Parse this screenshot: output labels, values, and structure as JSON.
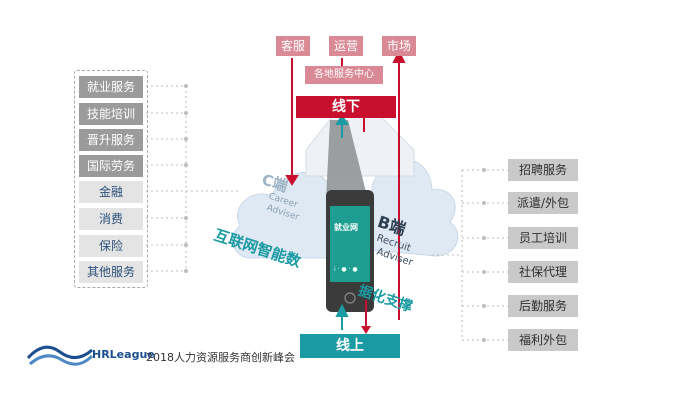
{
  "top_labels": [
    "客服",
    "运营",
    "市场"
  ],
  "center_label": "各地服务中心",
  "offline_label": "线下",
  "online_label": "线上",
  "c_side": {
    "title": "C端",
    "sub1": "Career",
    "sub2": "Adviser"
  },
  "b_side": {
    "title": "B端",
    "sub1": "Recruit",
    "sub2": "Adviser"
  },
  "diag_text_1": "互联网智能数",
  "diag_text_2": "据化支撑",
  "phone": {
    "app_title": "就业网",
    "app_sub": "i · ● · ●"
  },
  "left_dark": [
    "就业服务",
    "技能培训",
    "晋升服务",
    "国际劳务"
  ],
  "left_light": [
    "金融",
    "消费",
    "保险",
    "其他服务"
  ],
  "right_items": [
    "招聘服务",
    "派遣/外包",
    "员工培训",
    "社保代理",
    "后勤服务",
    "福利外包"
  ],
  "footer": {
    "logo_text": "HRLeague",
    "caption": "2018人力资源服务商创新峰会"
  },
  "colors": {
    "offline": "#c8102e",
    "online": "#1a9aa2",
    "top": "#d98a95",
    "cloud": "#dde8f2"
  }
}
